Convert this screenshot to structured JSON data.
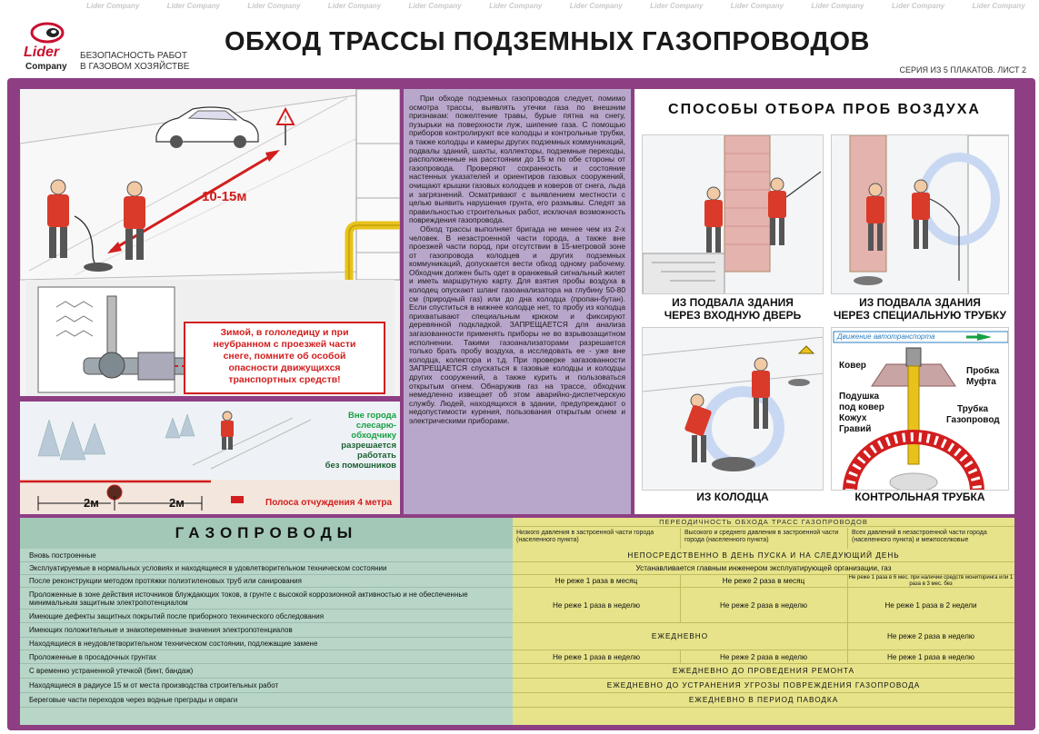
{
  "header": {
    "logo_name": "Lider",
    "logo_sub": "Company",
    "subtitle_line1": "БЕЗОПАСНОСТЬ РАБОТ",
    "subtitle_line2": "В ГАЗОВОМ ХОЗЯЙСТВЕ",
    "title": "ОБХОД ТРАССЫ ПОДЗЕМНЫХ ГАЗОПРОВОДОВ",
    "series": "СЕРИЯ ИЗ 5 ПЛАКАТОВ. ЛИСТ 2",
    "watermark": "Lider Company"
  },
  "scene_a": {
    "distance": "10-15м",
    "warning_line1": "Зимой, в гололедицу и при",
    "warning_line2": "неубранном с проезжей части",
    "warning_line3": "снеге, помните об особой",
    "warning_line4": "опасности движущихся",
    "warning_line5": "транспортных средств!"
  },
  "scene_b": {
    "note_line1": "Вне города",
    "note_line2": "слесарю-",
    "note_line3": "обходчику",
    "note_line4": "разрешается",
    "note_line5": "работать",
    "note_line6": "без помошников",
    "meter_left": "2м",
    "meter_right": "2м",
    "strip_label": "Полоса отчуждения 4 метра"
  },
  "text_col": {
    "p1": "При обходе подземных газопроводов следует, помимо осмотра трассы, выявлять утечки газа по внешним признакам: пожелтение травы, бурые пятна на снегу, пузырьки на поверхности луж, шипение газа. С помощью приборов контролируют все колодцы и контрольные трубки, а также колодцы и камеры других подземных коммуникаций, подвалы зданий, шахты, коллекторы, подземные переходы, расположенные на расстоянии до 15 м по обе стороны от газопровода. Проверяют сохранность и состояние настенных указателей и ориентиров газовых сооружений, очищают крышки газовых колодцев и коверов от снега, льда и загрязнений. Осматривают с выявлением местности с целью выявить нарушения грунта, его размывы. Следят за правильностью строительных работ, исключая возможность повреждения газопровода.",
    "p2": "Обход трассы выполняет бригада не менее чем из 2-х человек. В незастроенной части города, а также вне проезжей части пород, при отсутствии в 15-метровой зоне от газопровода колодцев и других подземных коммуникаций, допускается вести обход одному рабочему. Обходчик должен быть одет в оранжевый сигнальный жилет и иметь маршрутную карту. Для взятия пробы воздуха в колодец опускают шланг газоанализатора на глубину 50-80 см (природный газ) или до дна колодца (пропан-бутан). Если спуститься в нижнее колодце нет, то пробу из колодца прихватывают специальным крюком и фиксируют деревянной подкладкой. ЗАПРЕЩАЕТСЯ для анализа загазованности применять приборы не во взрывозащитном исполнении. Такими газоанализаторами разрешается только брать пробу воздуха, а исследовать ее - уже вне колодца, колектора и т.д. При проверке загазованности ЗАПРЕЩАЕТСЯ спускаться в газовые колодцы и колодцы других сооружений, а также курить и пользоваться открытым огнем. Обнаружив газ на трассе, обходчик немедленно извещает об этом аварийно-диспетчерскую службу. Людей, находящихся в здании, предупреждают о недопустимости курения, пользования открытым огнем и электрическими приборами."
  },
  "methods": {
    "title": "СПОСОБЫ ОТБОРА ПРОБ ВОЗДУХА",
    "cap1_line1": "ИЗ ПОДВАЛА ЗДАНИЯ",
    "cap1_line2": "ЧЕРЕЗ ВХОДНУЮ ДВЕРЬ",
    "cap2_line1": "ИЗ ПОДВАЛА ЗДАНИЯ",
    "cap2_line2": "ЧЕРЕЗ СПЕЦИАЛЬНУЮ ТРУБКУ",
    "cap3": "ИЗ КОЛОДЦА",
    "cap4": "КОНТРОЛЬНАЯ ТРУБКА",
    "traffic": "Движение автотранспорта",
    "labels": {
      "kover": "Ковер",
      "probka": "Пробка",
      "mufta": "Муфта",
      "podushka1": "Подушка",
      "podushka2": "под ковер",
      "kozhuh": "Кожух",
      "gravij": "Гравий",
      "trubka": "Трубка",
      "gazoprovod": "Газопровод"
    }
  },
  "table": {
    "title": "ГАЗОПРОВОДЫ",
    "freq_title": "ПЕРЕОДИЧНОСТЬ ОБХОДА ТРАСС ГАЗОПРОВОДОВ",
    "col1": "Низкого давления в застроенной части города (населенного пункта)",
    "col2": "Высокого и среднего давления в застроенной части города (населенного пункта)",
    "col3": "Всех давлений в незастроенной части города (населенного пункта) и межпоселковые",
    "rows": [
      "Вновь построенные",
      "Эксплуатируемые в нормальных условиях и находящиеся в удовлетворительном техническом состоянии",
      "После реконструкции методом протяжки полиэтиленовых труб или санирования",
      "Проложенные в зоне действия источников блуждающих токов, в грунте с высокой коррозионной активностью и не обеспеченные минимальным защитным электропотенциалом",
      "Имеющие дефекты защитных покрытий после приборного технического обследования",
      "Имеющих положительные и знакопеременные значения электропотенциалов",
      "Находящиеся в неудовлетворительном техническом состоянии, подлежащие замене",
      "Проложенные в просадочных грунтах",
      "С временно устраненной утечкой (бинт, бандаж)",
      "Находящиеся в радиусе 15 м от места производства строительных работ",
      "Береговые части переходов через водные преграды и овраги"
    ],
    "v_row1": "НЕПОСРЕДСТВЕННО В ДЕНЬ ПУСКА И НА СЛЕДУЮЩИЙ ДЕНЬ",
    "v_row2": "Устанавливается главным инженером эксплуатирующей организации, газ",
    "v_row3_c1": "Не реже 1 раза в месяц",
    "v_row3_c2": "Не реже 2 раза в месяц",
    "v_row3_c3": "Не реже 1 раза в 6 мес. при наличии средств мониторинга или 1 раза в 3 мес. без",
    "v_row4_c1": "Не реже 1 раза в неделю",
    "v_row4_c2": "Не реже 2 раза в неделю",
    "v_row4_c3": "Не реже 1 раза в 2 недели",
    "v_row6": "ЕЖЕДНЕВНО",
    "v_row6_c3": "Не реже 2 раза в неделю",
    "v_row7_c1": "Не реже 1 раза в неделю",
    "v_row7_c2": "Не реже 2 раза в неделю",
    "v_row7_c3": "Не реже 1 раза в неделю",
    "v_row8": "ЕЖЕДНЕВНО ДО ПРОВЕДЕНИЯ РЕМОНТА",
    "v_row9": "ЕЖЕДНЕВНО ДО УСТРАНЕНИЯ УГРОЗЫ ПОВРЕЖДЕНИЯ ГАЗОПРОВОДА",
    "v_row10": "ЕЖЕДНЕВНО В ПЕРИОД ПАВОДКА"
  },
  "colors": {
    "frame": "#8e3f84",
    "warning": "#d21e1e",
    "table_left": "#b7d6c8",
    "table_right": "#e6e38a",
    "text_panel": "#b9a7cb"
  }
}
